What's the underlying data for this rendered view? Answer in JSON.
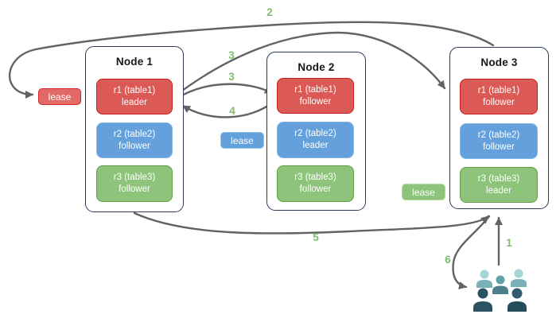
{
  "diagram_type": "replica-lease-diagram",
  "colors": {
    "arrow": "#636363",
    "step_label": "#7cbd6b",
    "node_border": "#2b3a5c",
    "replica_red_fill": "#dc5a56",
    "replica_red_border": "#c5201d",
    "replica_blue_fill": "#64a1dc",
    "replica_blue_border": "#84b7e8",
    "replica_green_fill": "#8dc37a",
    "replica_green_border": "#5fa045",
    "users_light": "#a3d4d6",
    "users_light_torso": "#78b2b6",
    "users_mid": "#61a0a8",
    "users_mid_torso": "#4d808d",
    "users_dark": "#2b5260",
    "users_dark2_head": "#2f5c6c",
    "users_dark2_torso": "#234c5b"
  },
  "nodes": [
    {
      "title": "Node 1",
      "replicas": [
        {
          "name": "r1 (table1)",
          "role": "leader",
          "kind": "red"
        },
        {
          "name": "r2 (table2)",
          "role": "follower",
          "kind": "blue"
        },
        {
          "name": "r3 (table3)",
          "role": "follower",
          "kind": "green"
        }
      ]
    },
    {
      "title": "Node 2",
      "replicas": [
        {
          "name": "r1 (table1)",
          "role": "follower",
          "kind": "red"
        },
        {
          "name": "r2 (table2)",
          "role": "leader",
          "kind": "blue"
        },
        {
          "name": "r3 (table3)",
          "role": "follower",
          "kind": "green"
        }
      ]
    },
    {
      "title": "Node 3",
      "replicas": [
        {
          "name": "r1 (table1)",
          "role": "follower",
          "kind": "red"
        },
        {
          "name": "r2 (table2)",
          "role": "follower",
          "kind": "blue"
        },
        {
          "name": "r3 (table3)",
          "role": "leader",
          "kind": "green"
        }
      ]
    }
  ],
  "leases": [
    {
      "label": "lease",
      "kind": "red"
    },
    {
      "label": "lease",
      "kind": "blue"
    },
    {
      "label": "lease",
      "kind": "green"
    }
  ],
  "step_labels": {
    "s1": "1",
    "s2": "2",
    "s3a": "3",
    "s3b": "3",
    "s4": "4",
    "s5": "5",
    "s6": "6"
  }
}
